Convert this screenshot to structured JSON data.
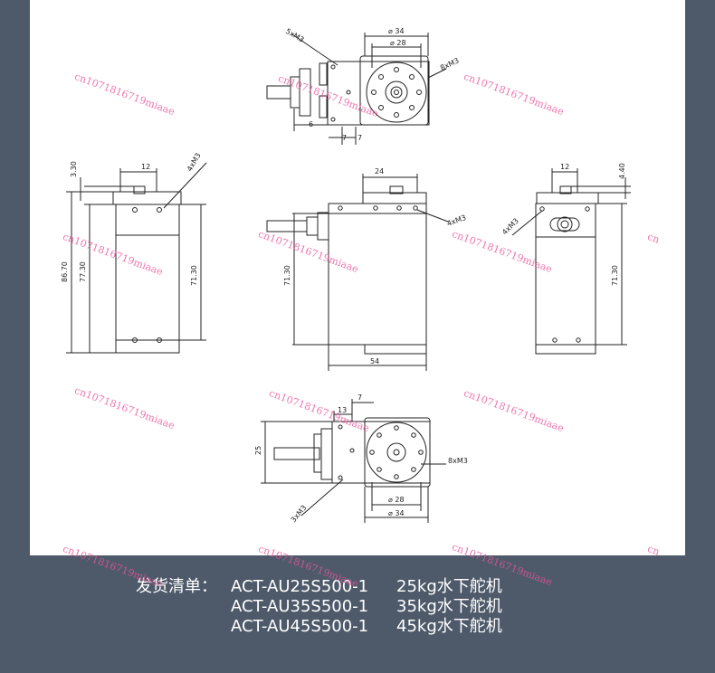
{
  "dimensions": {
    "top_holes": "5xM3",
    "top_dia34": "⌀ 34",
    "top_dia28": "⌀ 28",
    "top_flange_holes": "8xM3",
    "top_6": "6",
    "top_7a": "7",
    "top_7b": "7",
    "left_330": "3.30",
    "left_12": "12",
    "left_4xm3": "4xM3",
    "left_8670": "86.70",
    "left_7730": "77.30",
    "left_7130": "71.30",
    "mid_24": "24",
    "mid_4xm3": "4xM3",
    "mid_7130": "71.30",
    "mid_54": "54",
    "right_12": "12",
    "right_440": "4.40",
    "right_4xm3": "4xM3",
    "right_7130": "71.30",
    "bot_7": "7",
    "bot_13": "13",
    "bot_25": "25",
    "bot_8xm3": "8xM3",
    "bot_3xm3": "3xM3",
    "bot_dia28": "⌀ 28",
    "bot_dia34": "⌀ 34"
  },
  "shipping_list": {
    "label": "发货清单：",
    "rows": [
      {
        "model": "ACT-AU25S500-1",
        "desc": "25kg水下舵机"
      },
      {
        "model": "ACT-AU35S500-1",
        "desc": "35kg水下舵机"
      },
      {
        "model": "ACT-AU45S500-1",
        "desc": "45kg水下舵机"
      }
    ]
  },
  "watermark": "cn1071816719miaae",
  "watermark_short": "cn",
  "colors": {
    "background": "#4e5a6a",
    "panel": "#ffffff",
    "line": "#222222",
    "watermark": "#e8559a"
  }
}
